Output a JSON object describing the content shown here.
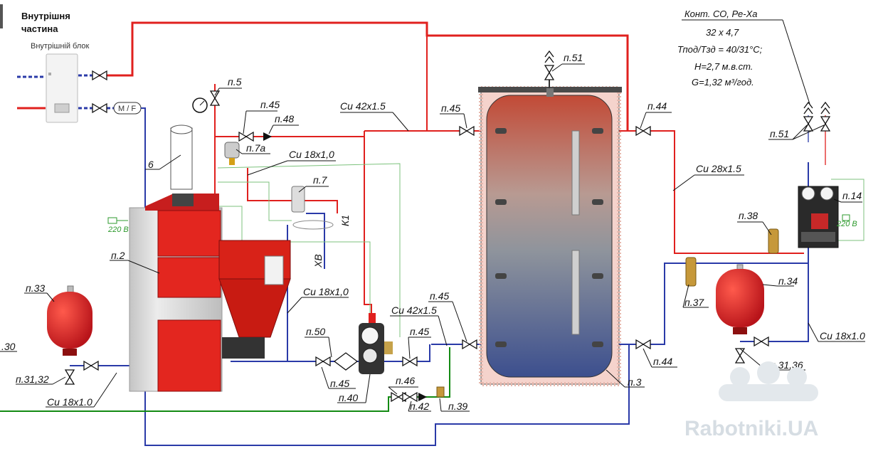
{
  "header": {
    "title_line1": "Внутрішня",
    "title_line2": "частина",
    "indoor_unit": "Внутрішній блок",
    "mf_tag": "M / F"
  },
  "spec": {
    "line1": "Конт. СО, Ре-Ха",
    "line2": "32 х 4,7",
    "line3": "Тпод/Тзд = 40/31°С;",
    "line4": "Н=2,7 м.в.ст.",
    "line5": "G=1,32 м³/год."
  },
  "labels": {
    "p2": "п.2",
    "p3": "п.3",
    "p5": "п.5",
    "p6": "6",
    "p7": "п.7",
    "p7a": "п.7а",
    "p14": "п.14",
    "p30": ".30",
    "p31_32": "п.31,32",
    "p31_36": "п.31,36",
    "p33": "п.33",
    "p34": "п.34",
    "p37": "п.37",
    "p38": "п.38",
    "p39": "п.39",
    "p40": "п.40",
    "p42": "п.42",
    "p44_top": "п.44",
    "p44_bot": "п.44",
    "p45_top": "п.45",
    "p45_boiler": "п.45",
    "p45_mid1": "п.45",
    "p45_mid2": "п.45",
    "p45_low": "п.45",
    "p46": "п.46",
    "p48": "п.48",
    "p50": "п.50",
    "p51_tank": "п.51",
    "p51_right": "п.51",
    "k1": "К1",
    "xb": "ХВ"
  },
  "pipes": {
    "cu42_top": "Cu 42x1.5",
    "cu42_bot": "Cu 42x1.5",
    "cu18_top": "Cu 18x1,0",
    "cu18_mid": "Cu 18x1,0",
    "cu18_left": "Cu 18x1.0",
    "cu18_right": "Cu 18x1.0",
    "cu28": "Cu 28x1.5"
  },
  "power": {
    "left": "220 В",
    "right": "220 В"
  },
  "watermark": "Rabotniki.UA"
}
